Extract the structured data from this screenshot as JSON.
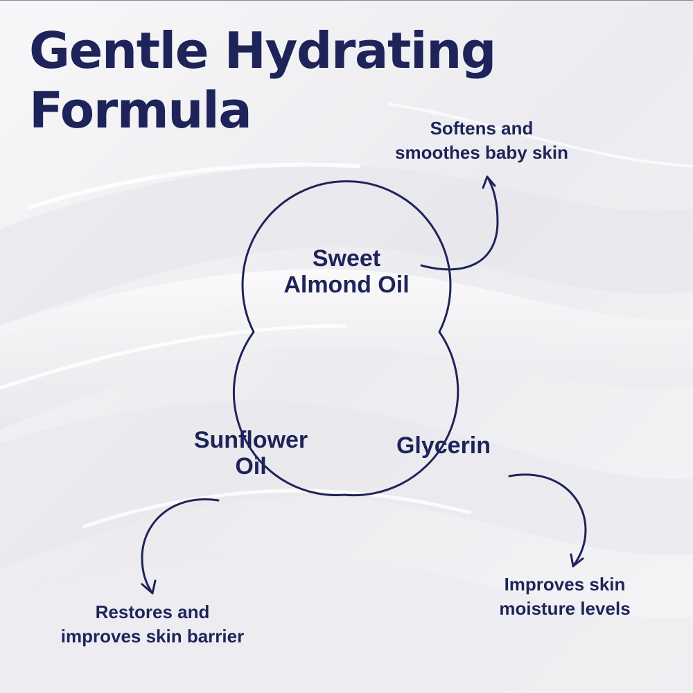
{
  "title": {
    "line1": "Gentle Hydrating",
    "line2": "Formula"
  },
  "ingredients": {
    "almond": {
      "line1": "Sweet",
      "line2": "Almond Oil"
    },
    "sunflower": {
      "line1": "Sunflower",
      "line2": "Oil"
    },
    "glycerin": {
      "line1": "Glycerin"
    }
  },
  "benefits": {
    "almond": {
      "line1": "Softens and",
      "line2": "smoothes baby skin"
    },
    "sunflower": {
      "line1": "Restores and",
      "line2": "improves skin barrier"
    },
    "glycerin": {
      "line1": "Improves skin",
      "line2": "moisture levels"
    }
  },
  "colors": {
    "navy": "#1e2459",
    "background": "#f3f3f5"
  }
}
